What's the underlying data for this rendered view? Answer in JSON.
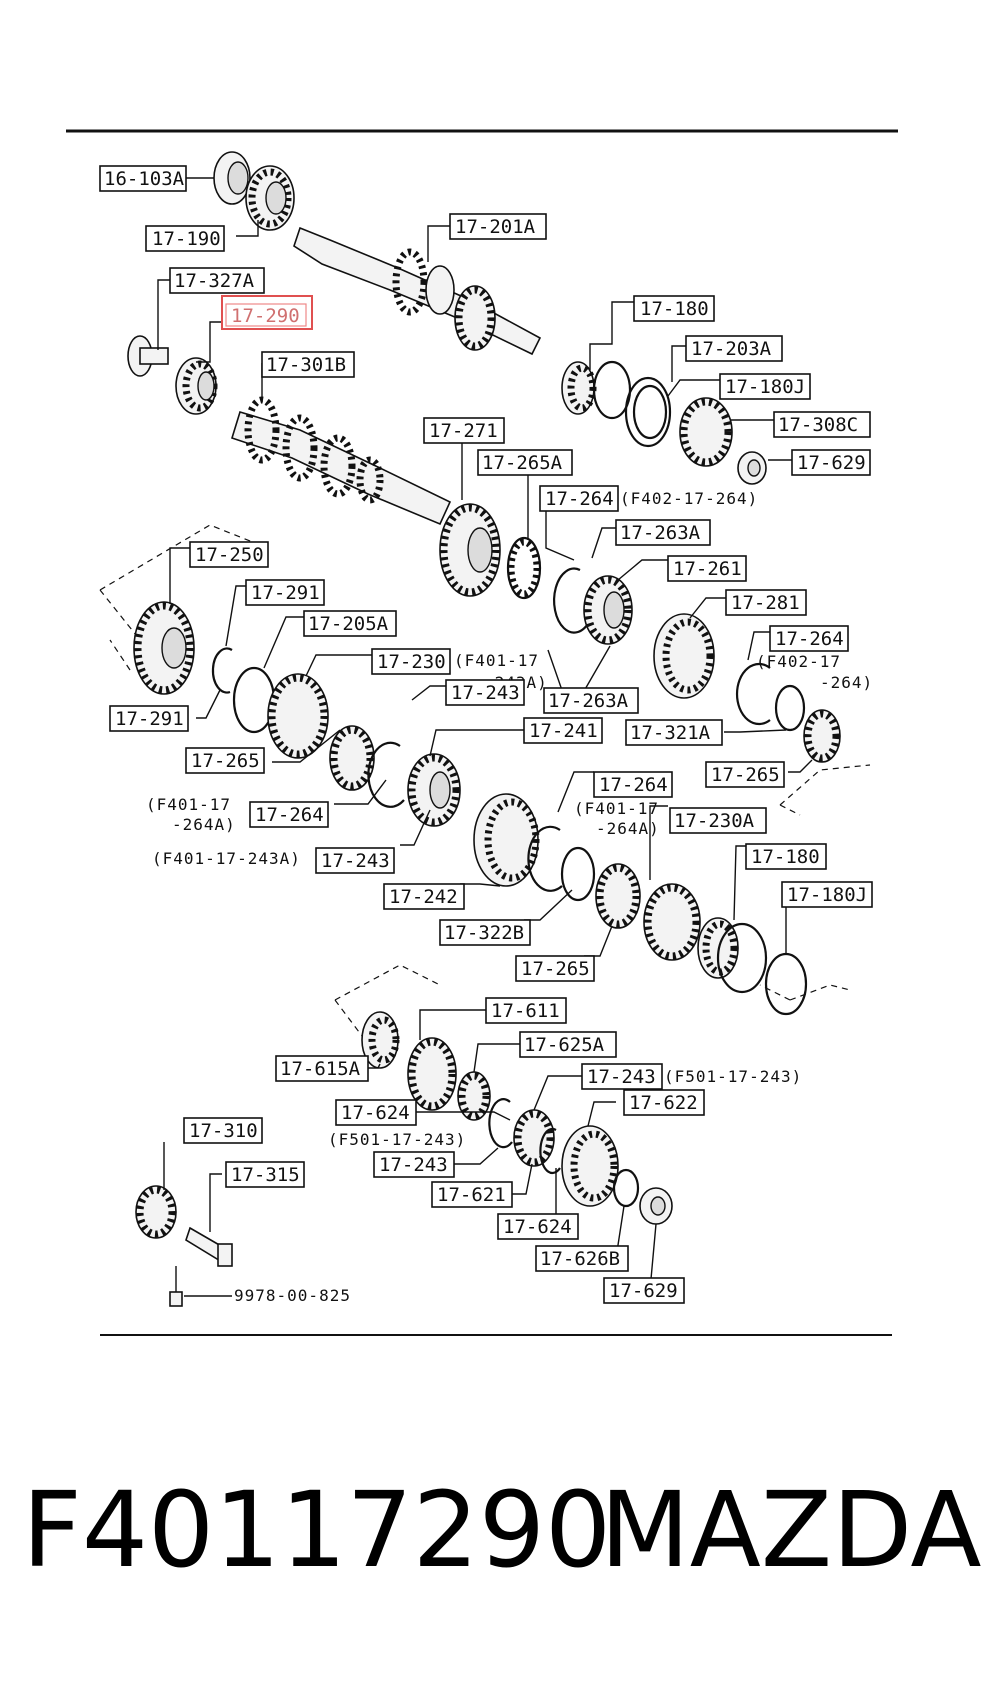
{
  "diagram": {
    "highlight_color": "#e05050",
    "labels": {
      "l_16_103A": "16-103A",
      "l_17_190": "17-190",
      "l_17_201A": "17-201A",
      "l_17_327A": "17-327A",
      "l_17_290": "17-290",
      "l_17_301B": "17-301B",
      "l_17_180_a": "17-180",
      "l_17_203A": "17-203A",
      "l_17_180J_a": "17-180J",
      "l_17_308C": "17-308C",
      "l_17_629_a": "17-629",
      "l_17_271": "17-271",
      "l_17_265A": "17-265A",
      "l_17_264_a": "17-264",
      "l_17_263A_a": "17-263A",
      "l_17_261": "17-261",
      "l_17_281": "17-281",
      "l_17_264_b": "17-264",
      "l_17_250": "17-250",
      "l_17_291_a": "17-291",
      "l_17_205A": "17-205A",
      "l_17_230": "17-230",
      "l_17_243_a": "17-243",
      "l_17_263A_b": "17-263A",
      "l_17_291_b": "17-291",
      "l_17_321A": "17-321A",
      "l_17_265_a": "17-265",
      "l_17_241": "17-241",
      "l_17_265_b": "17-265",
      "l_17_264_c": "17-264",
      "l_17_264_d": "17-264",
      "l_17_230A": "17-230A",
      "l_17_243_b": "17-243",
      "l_17_180_b": "17-180",
      "l_17_180J_b": "17-180J",
      "l_17_242": "17-242",
      "l_17_322B": "17-322B",
      "l_17_265_c": "17-265",
      "l_17_611": "17-611",
      "l_17_625A": "17-625A",
      "l_17_615A": "17-615A",
      "l_17_243_c": "17-243",
      "l_17_624_a": "17-624",
      "l_17_622": "17-622",
      "l_17_310": "17-310",
      "l_17_243_d": "17-243",
      "l_17_315": "17-315",
      "l_17_621": "17-621",
      "l_17_624_b": "17-624",
      "l_17_626B": "17-626B",
      "l_17_629_b": "17-629"
    },
    "notes": {
      "n_f402_264_a": "(F402-17-264)",
      "n_f401_243A_1": "(F401-17",
      "n_f401_243A_2": "-243A)",
      "n_f402_264_b1": "(F402-17",
      "n_f402_264_b2": "-264)",
      "n_f401_264A_a1": "(F401-17",
      "n_f401_264A_a2": "-264A)",
      "n_f401_264A_b1": "(F401-17",
      "n_f401_264A_b2": "-264A)",
      "n_f401_243A_full": "(F401-17-243A)",
      "n_f501_243_a": "(F501-17-243)",
      "n_f501_243_b": "(F501-17-243)",
      "n_9978": "9978-00-825"
    }
  },
  "footer": {
    "part_number": "F40117290",
    "brand": "MAZDA"
  }
}
